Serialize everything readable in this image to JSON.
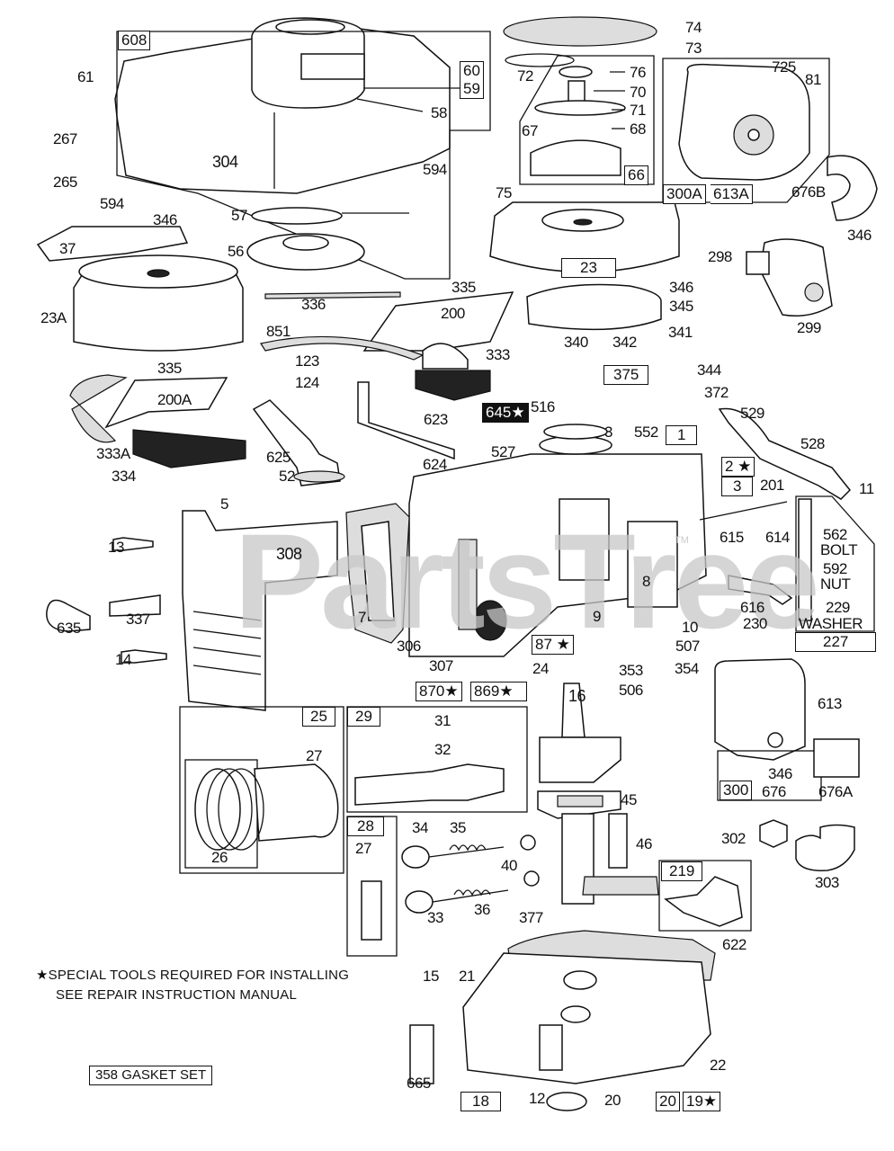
{
  "diagram": {
    "watermark": "PartsTree",
    "watermark_tm": "TM",
    "footnote_line1": "★SPECIAL TOOLS REQUIRED FOR INSTALLING",
    "footnote_line2": "SEE REPAIR INSTRUCTION MANUAL",
    "gasket_set_label": "358 GASKET SET",
    "boxed_labels": {
      "b608": "608",
      "b60": "60",
      "b59": "59",
      "b66": "66",
      "b300a": "300A",
      "b613a": "613A",
      "b23": "23",
      "b375": "375",
      "b645": "645★",
      "b1": "1",
      "b2": "2 ★",
      "b3": "3",
      "b227": "227",
      "b87": "87 ★",
      "b870": "870★",
      "b869": "869★",
      "b25": "25",
      "b29": "29",
      "b28": "28",
      "b300": "300",
      "b676": "676",
      "b219": "219",
      "b18": "18",
      "b20": "20",
      "b19": "19★"
    },
    "labels": {
      "l61": "61",
      "l267": "267",
      "l265": "265",
      "l594a": "594",
      "l594b": "594",
      "l346a": "346",
      "l37": "37",
      "l304": "304",
      "l58": "58",
      "l57": "57",
      "l56": "56",
      "l74": "74",
      "l73": "73",
      "l72": "72",
      "l76": "76",
      "l70": "70",
      "l71": "71",
      "l68": "68",
      "l67": "67",
      "l725": "725",
      "l81": "81",
      "l676b": "676B",
      "l346b": "346",
      "l75": "75",
      "l298": "298",
      "l299": "299",
      "l23a": "23A",
      "l336": "336",
      "l335a": "335",
      "l200": "200",
      "l346c": "346",
      "l345": "345",
      "l335b": "335",
      "l851": "851",
      "l123": "123",
      "l124": "124",
      "l200a": "200A",
      "l333": "333",
      "l340": "340",
      "l342": "342",
      "l341": "341",
      "l344": "344",
      "l372": "372",
      "l516": "516",
      "l529": "529",
      "l528": "528",
      "l623": "623",
      "l333a": "333A",
      "l334": "334",
      "l625": "625",
      "l52": "52",
      "l624": "624",
      "l527": "527",
      "l3": "3",
      "l552": "552",
      "l201": "201",
      "l11": "11",
      "l562": "562",
      "l bolt": "BOLT",
      "l592": "592",
      "l nut": "NUT",
      "l229": "229",
      "l washer": "WASHER",
      "l615": "615",
      "l614": "614",
      "l616": "616",
      "l230": "230",
      "l5": "5",
      "l308": "308",
      "l13": "13",
      "l635": "635",
      "l337": "337",
      "l14": "14",
      "l7": "7",
      "l306": "306",
      "l307": "307",
      "l8": "8",
      "l9": "9",
      "l10": "10",
      "l507": "507",
      "l353": "353",
      "l354": "354",
      "l506": "506",
      "l24": "24",
      "l16": "16",
      "l613": "613",
      "l346d": "346",
      "l676a": "676A",
      "l27a": "27",
      "l26": "26",
      "l31": "31",
      "l32": "32",
      "l27b": "27",
      "l34": "34",
      "l35": "35",
      "l40": "40",
      "l33": "33",
      "l36": "36",
      "l45": "45",
      "l46": "46",
      "l302": "302",
      "l303": "303",
      "l377": "377",
      "l622": "622",
      "l15": "15",
      "l21": "21",
      "l665": "665",
      "l12": "12",
      "l20": "20",
      "l22": "22"
    }
  }
}
